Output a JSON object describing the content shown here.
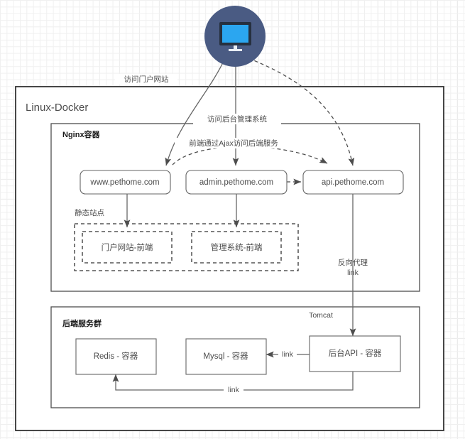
{
  "diagram": {
    "title_outer": "Linux-Docker",
    "groups": {
      "nginx": "Nginx容器",
      "static_site": "静态站点",
      "backend": "后端服务群"
    },
    "nodes": {
      "client": "client-monitor-icon",
      "www": "www.pethome.com",
      "admin": "admin.pethome.com",
      "api": "api.pethome.com",
      "portal_front": "门户网站-前端",
      "admin_front": "管理系统-前端",
      "redis": "Redis - 容器",
      "mysql": "Mysql - 容器",
      "backend_api": "后台API - 容器"
    },
    "edges": {
      "visit_portal": "访问门户网站",
      "visit_admin": "访问后台管理系统",
      "ajax": "前端通过Ajax访问后端服务",
      "reverse_proxy_l1": "反向代理",
      "reverse_proxy_l2": "link",
      "tomcat": "Tomcat",
      "link_mysql": "link",
      "link_redis": "link"
    },
    "colors": {
      "client_circle": "#4a5b83",
      "client_screen": "#2ba6f0",
      "client_frame": "#26303f",
      "node_stroke": "#666666",
      "outer_stroke": "#333333",
      "text": "#4d4d4d"
    }
  }
}
